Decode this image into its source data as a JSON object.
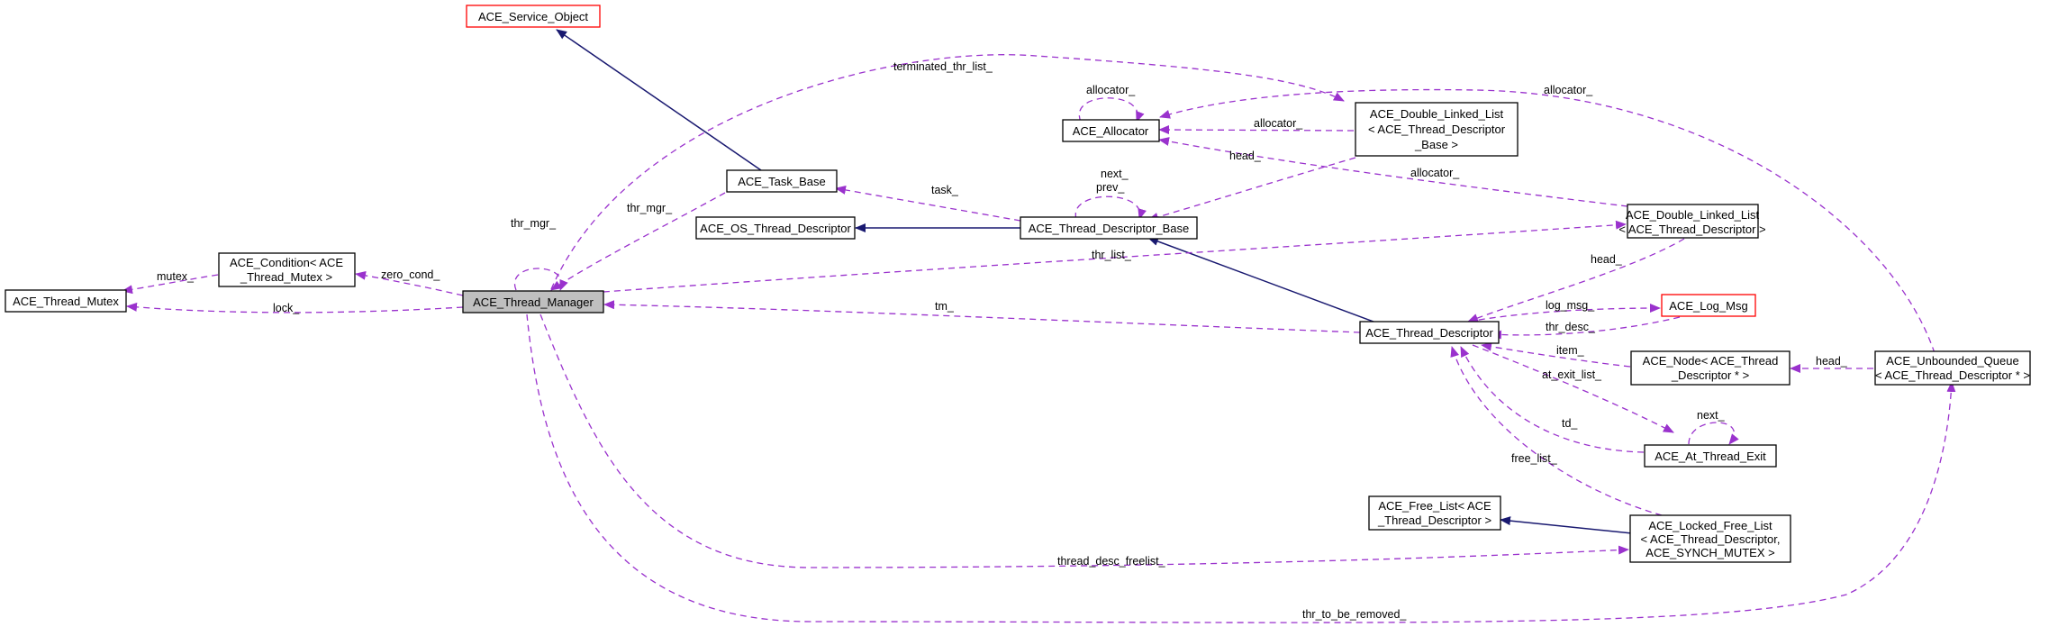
{
  "colors": {
    "inheritance_edge": "#191970",
    "usage_edge": "#9a32cd",
    "focus_node_fill": "#bfbfbf",
    "undocumented_border": "#ff0000",
    "node_border": "#000000"
  },
  "nodes": {
    "service_object": {
      "lines": [
        "ACE_Service_Object"
      ]
    },
    "task_base": {
      "lines": [
        "ACE_Task_Base"
      ]
    },
    "allocator": {
      "lines": [
        "ACE_Allocator"
      ]
    },
    "dll_base": {
      "lines": [
        "ACE_Double_Linked_List",
        "< ACE_Thread_Descriptor",
        "_Base >"
      ]
    },
    "os_thread_descriptor": {
      "lines": [
        "ACE_OS_Thread_Descriptor"
      ]
    },
    "thread_descriptor_base": {
      "lines": [
        "ACE_Thread_Descriptor_Base"
      ]
    },
    "dll_td": {
      "lines": [
        "ACE_Double_Linked_List",
        "< ACE_Thread_Descriptor >"
      ]
    },
    "thread_mutex": {
      "lines": [
        "ACE_Thread_Mutex"
      ]
    },
    "condition": {
      "lines": [
        "ACE_Condition< ACE",
        "_Thread_Mutex >"
      ]
    },
    "thread_manager": {
      "lines": [
        "ACE_Thread_Manager"
      ]
    },
    "thread_descriptor": {
      "lines": [
        "ACE_Thread_Descriptor"
      ]
    },
    "log_msg": {
      "lines": [
        "ACE_Log_Msg"
      ]
    },
    "node_td": {
      "lines": [
        "ACE_Node< ACE_Thread",
        "_Descriptor * >"
      ]
    },
    "unbounded_queue": {
      "lines": [
        "ACE_Unbounded_Queue",
        "< ACE_Thread_Descriptor * >"
      ]
    },
    "at_thread_exit": {
      "lines": [
        "ACE_At_Thread_Exit"
      ]
    },
    "free_list": {
      "lines": [
        "ACE_Free_List< ACE",
        "_Thread_Descriptor >"
      ]
    },
    "locked_free_list": {
      "lines": [
        "ACE_Locked_Free_List",
        "< ACE_Thread_Descriptor,",
        "ACE_SYNCH_MUTEX >"
      ]
    }
  },
  "edge_labels": {
    "terminated_thr_list": "terminated_thr_list_",
    "allocator_self": "allocator_",
    "allocator_from_dll_base": "allocator_",
    "allocator_from_queue": "allocator_",
    "allocator_from_dll_td": "allocator_",
    "head_to_tdb": "head_",
    "task": "task_",
    "next_prev": [
      "next_",
      "prev_"
    ],
    "thr_mgr_task": "thr_mgr_",
    "thr_mgr_self": "thr_mgr_",
    "mutex": "mutex_",
    "zero_cond": "zero_cond_",
    "lock": "lock_",
    "thr_list": "thr_list_",
    "tm": "tm_",
    "head_to_td": "head_",
    "log_msg": "log_msg_",
    "thr_desc": "thr_desc_",
    "item": "item_",
    "head_queue": "head_",
    "at_exit_list": "at_exit_list_",
    "td": "td_",
    "next_self": "next_",
    "free_list": "free_list_",
    "thread_desc_freelist": "thread_desc_freelist_",
    "thr_to_be_removed": "thr_to_be_removed_"
  }
}
